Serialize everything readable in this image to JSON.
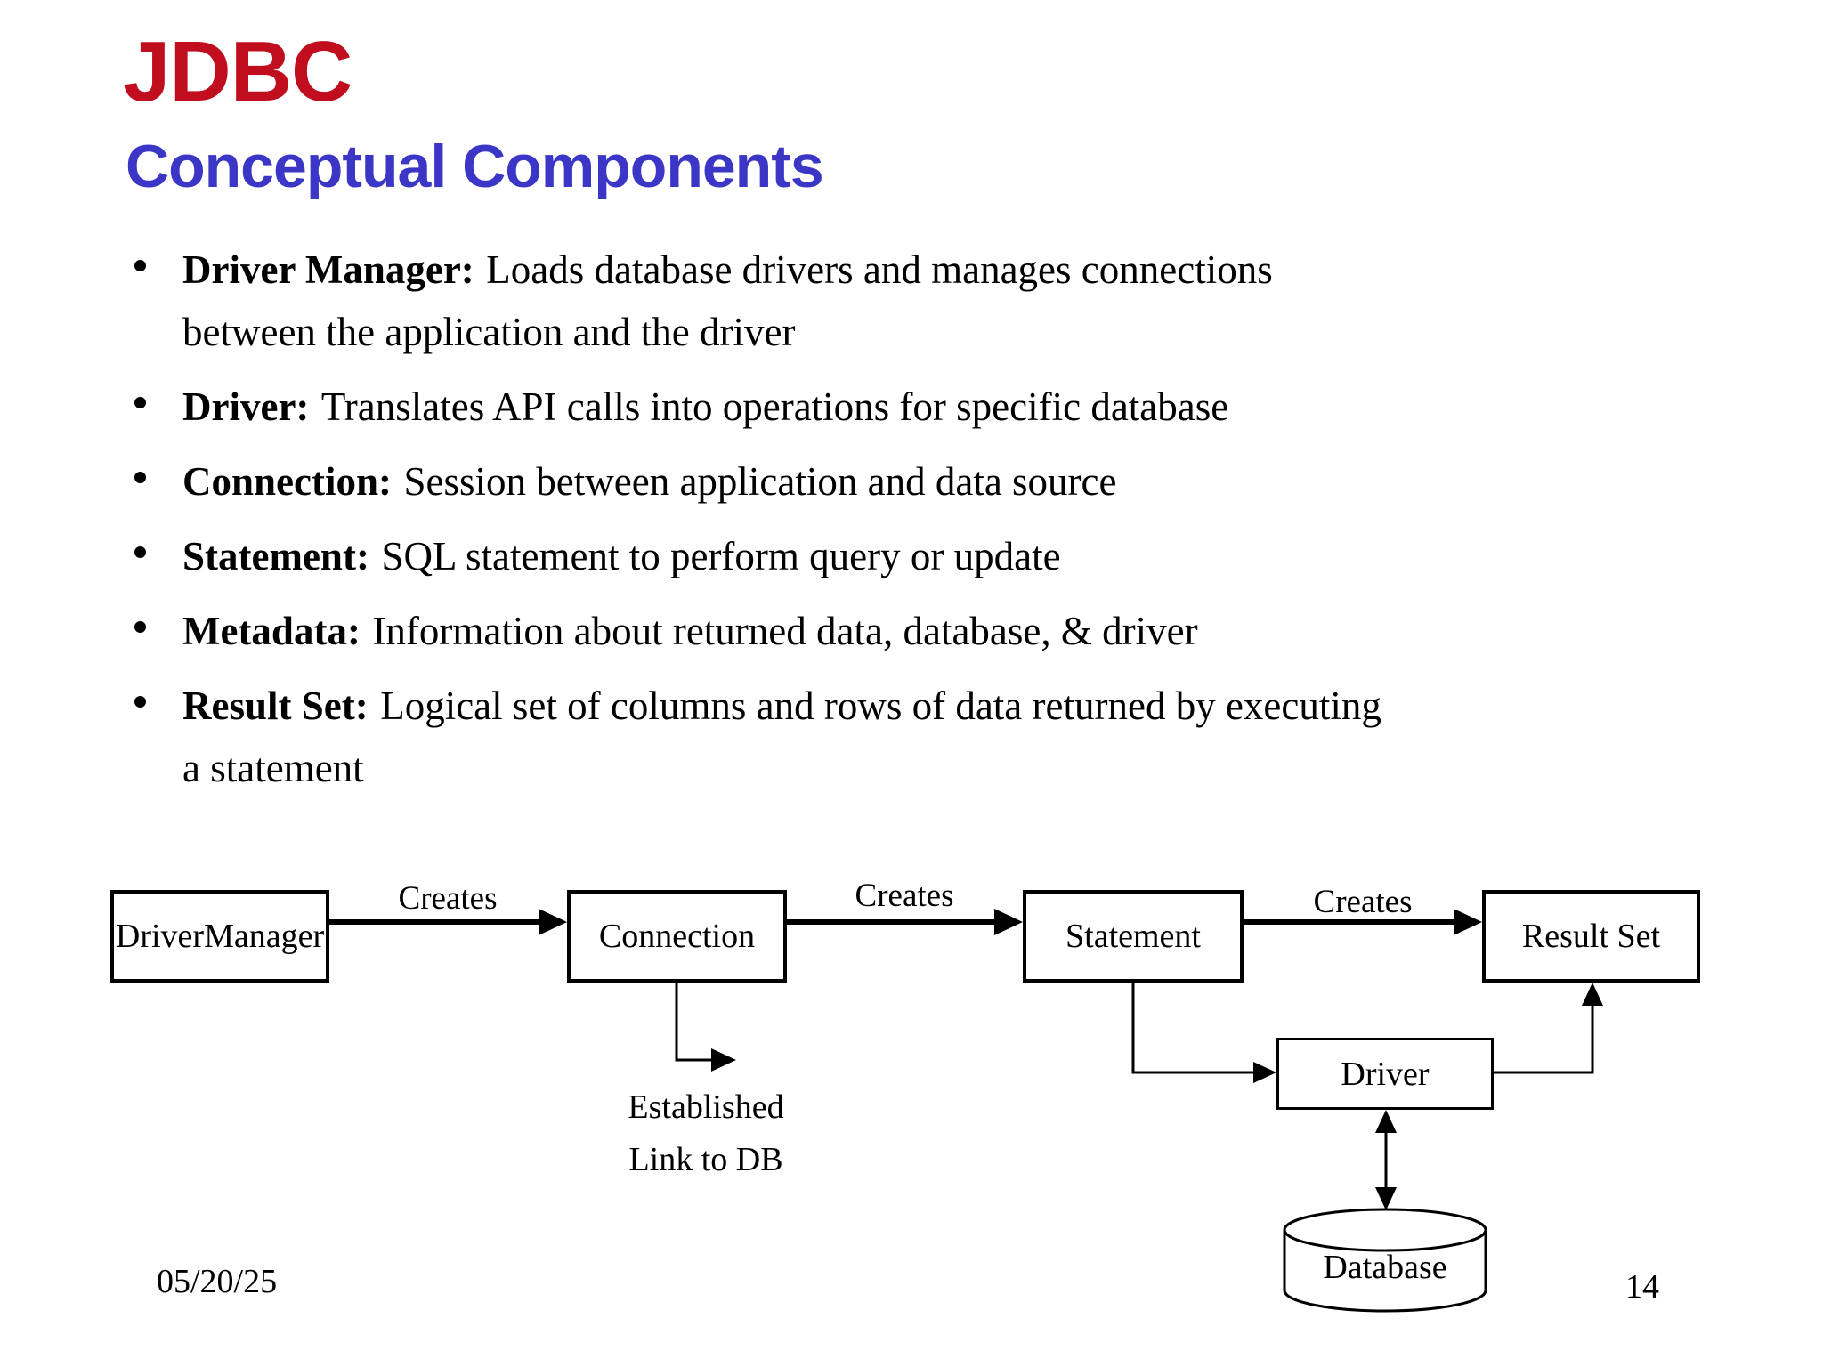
{
  "header": {
    "title": "JDBC",
    "subtitle": "Conceptual Components",
    "title_color": "#c10e1f",
    "subtitle_color": "#3b36c6"
  },
  "bullets": [
    {
      "term": "Driver Manager:",
      "desc": "Loads database drivers and manages connections\nbetween the application and the driver"
    },
    {
      "term": "Driver:",
      "desc": "Translates API calls into operations for specific database"
    },
    {
      "term": "Connection:",
      "desc": "Session between application and data source"
    },
    {
      "term": "Statement:",
      "desc": "SQL statement to perform query or update"
    },
    {
      "term": "Metadata:",
      "desc": "Information about returned data, database, & driver"
    },
    {
      "term": "Result Set:",
      "desc": "Logical set of columns and rows of data returned by executing\na statement"
    }
  ],
  "diagram": {
    "boxes": [
      {
        "label": "DriverManager"
      },
      {
        "label": "Connection"
      },
      {
        "label": "Statement"
      },
      {
        "label": "Result Set"
      },
      {
        "label": "Driver"
      },
      {
        "label": "Database"
      }
    ],
    "arrow_labels": [
      "Creates",
      "Creates",
      "Creates"
    ],
    "established_note": {
      "line1": "Established",
      "line2": "Link to DB"
    }
  },
  "footer": {
    "date": "05/20/25",
    "page_number": "14"
  }
}
